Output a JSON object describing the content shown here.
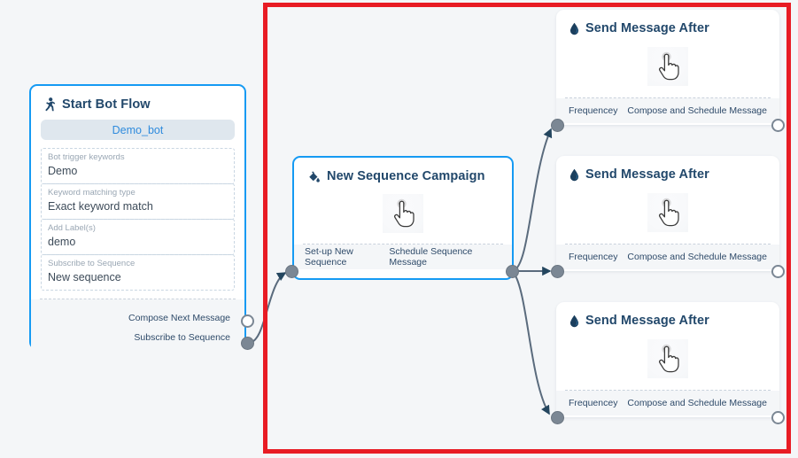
{
  "canvas": {
    "background": "#f4f6f8",
    "highlight_color": "#e81c24",
    "accent_color": "#159af3",
    "port_color": "#7b8794",
    "edge_color": "#5a6b7d",
    "header_text_color": "#22486b"
  },
  "nodes": {
    "start_bot_flow": {
      "title": "Start Bot Flow",
      "icon": "running-person-icon",
      "bot_pill": "Demo_bot",
      "fields": [
        {
          "label": "Bot trigger keywords",
          "value": "Demo"
        },
        {
          "label": "Keyword matching type",
          "value": "Exact keyword match"
        },
        {
          "label": "Add Label(s)",
          "value": "demo"
        },
        {
          "label": "Subscribe to Sequence",
          "value": "New sequence"
        }
      ],
      "outputs": [
        {
          "label": "Compose Next Message",
          "port": "hollow"
        },
        {
          "label": "Subscribe to Sequence",
          "port": "filled"
        }
      ]
    },
    "new_sequence_campaign": {
      "title": "New Sequence Campaign",
      "icon": "paint-bucket-icon",
      "body_icon": "pointing-hand-cursor-icon",
      "input_label": "Set-up New Sequence",
      "output_label": "Schedule Sequence Message"
    },
    "send_message_cards": [
      {
        "title": "Send Message After",
        "icon": "water-droplet-icon",
        "body_icon": "pointing-hand-cursor-icon",
        "input_label": "Frequencey",
        "output_label": "Compose and Schedule Message"
      },
      {
        "title": "Send Message After",
        "icon": "water-droplet-icon",
        "body_icon": "pointing-hand-cursor-icon",
        "input_label": "Frequencey",
        "output_label": "Compose and Schedule Message"
      },
      {
        "title": "Send Message After",
        "icon": "water-droplet-icon",
        "body_icon": "pointing-hand-cursor-icon",
        "input_label": "Frequencey",
        "output_label": "Compose and Schedule Message"
      }
    ]
  }
}
